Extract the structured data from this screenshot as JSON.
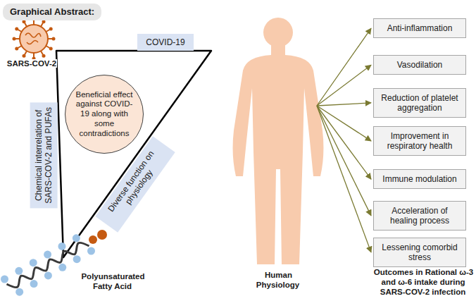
{
  "diagram": {
    "nodes": [
      {
        "text": [
          "Graphical Abstract:"
        ]
      },
      {
        "text": [
          "COVID-19"
        ]
      },
      {
        "text": [
          "Beneficial effect against COVID-19 along with some contradictions"
        ]
      },
      {
        "text": [
          "Chemical interrelation of SARS-COV-2 and PUFAs"
        ]
      },
      {
        "text": [
          "Diverse function on physiology"
        ]
      },
      {
        "text": [
          "Anti-inflammation"
        ]
      },
      {
        "text": [
          "Vasodilation"
        ]
      },
      {
        "text": [
          "Reduction of platelet aggregation"
        ]
      },
      {
        "text": [
          "Improvement in respiratory health"
        ]
      },
      {
        "text": [
          "Immune modulation"
        ]
      },
      {
        "text": [
          "Acceleration of healing process"
        ]
      },
      {
        "text": [
          "Lessening comorbid stress"
        ]
      }
    ],
    "labels": [
      "SARS-COV-2",
      "Polyunsaturated Fatty Acid",
      "Human Physiology",
      "Outcomes in Rational ω-3 and ω-6 intake during SARS-COV-2 infection"
    ]
  }
}
